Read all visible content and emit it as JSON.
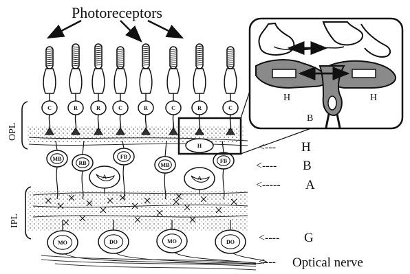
{
  "title": "Photoreceptors",
  "layers": {
    "opl": "OPL",
    "ipl": "IPL"
  },
  "legend": [
    {
      "arrow": "<---",
      "label": "H"
    },
    {
      "arrow": "<----",
      "label": "B"
    },
    {
      "arrow": "<-----",
      "label": "A"
    },
    {
      "arrow": "<----",
      "label": "G"
    },
    {
      "arrow": "<---",
      "label": "Optical nerve"
    }
  ],
  "inset": {
    "labels": [
      "H",
      "H",
      "B"
    ]
  },
  "row_labels": {
    "receptors": [
      "C",
      "R",
      "R",
      "C",
      "R",
      "C",
      "R",
      "C"
    ],
    "horizontal": "H",
    "bipolar": [
      "MB",
      "RB",
      "FB",
      "MB",
      "FB"
    ],
    "amacrine": [
      "A",
      "A"
    ],
    "ganglion": [
      "MO",
      "DO",
      "MO",
      "DO"
    ]
  }
}
